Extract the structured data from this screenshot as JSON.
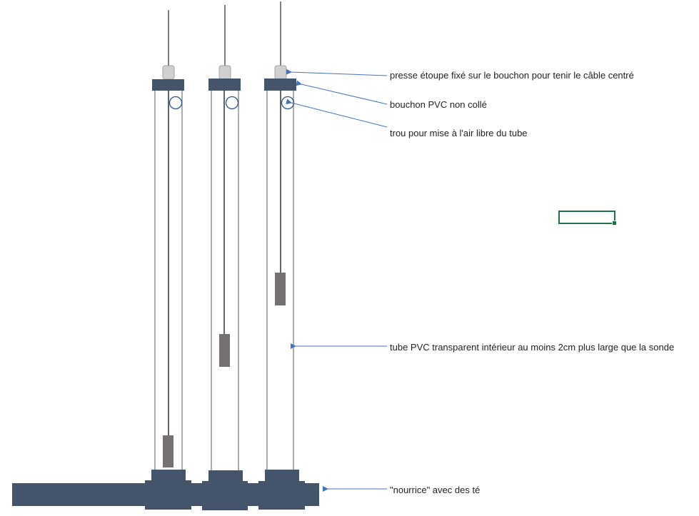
{
  "diagram": {
    "annotations": [
      {
        "id": "cable-gland",
        "text": "presse étoupe fixé sur le bouchon pour tenir le câble centré"
      },
      {
        "id": "cap",
        "text": "bouchon PVC non collé"
      },
      {
        "id": "vent-hole",
        "text": "trou pour mise à l'air libre du tube"
      },
      {
        "id": "tube",
        "text": "tube PVC transparent intérieur au moins 2cm plus large que la sonde"
      },
      {
        "id": "manifold",
        "text": "\"nourrice\" avec des té"
      }
    ],
    "tubes_count": 3,
    "colors": {
      "pipe": "#44546a",
      "tube_wall": "#7f7f7f",
      "probe": "#767171",
      "arrow": "#4472c4",
      "gland": "#d0d0d0",
      "selection": "#217346"
    }
  }
}
